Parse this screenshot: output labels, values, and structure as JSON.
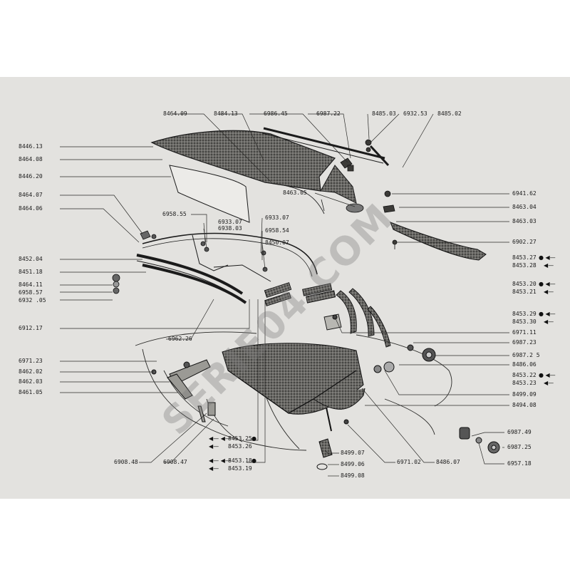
{
  "watermark": "SERIE04.COM",
  "labels": {
    "l8464_09": "8464.09",
    "l8484_13": "8484.13",
    "l6986_45": "6986.45",
    "l6987_22": "6987.22",
    "l8485_03": "8485.03",
    "l6932_53": "6932.53",
    "l8485_02": "8485.02",
    "l8446_13": "8446.13",
    "l8464_08": "8464.08",
    "l8446_20": "8446.20",
    "l8464_07": "8464.07",
    "l8464_06": "8464.06",
    "l6958_55": "6958.55",
    "l6933_07a": "6933.07",
    "l6938_03": "6938.03",
    "l6933_07b": "6933.07",
    "l6958_54": "6958.54",
    "l8450_07": "8450.07",
    "l8463_05": "8463.05",
    "l6941_62": "6941.62",
    "l8463_04": "8463.04",
    "l8463_03": "8463.03",
    "l6902_27": "6902.27",
    "l8452_04": "8452.04",
    "l8451_18": "8451.18",
    "l8464_11": "8464.11",
    "l6958_57": "6958.57",
    "l6932_05": "6932 .05",
    "l8453_27": "8453.27",
    "l8453_28": "8453.28",
    "l8453_20": "8453.20",
    "l8453_21": "8453.21",
    "l8453_29": "8453.29",
    "l8453_30": "8453.30",
    "l6912_17": "6912.17",
    "l6962_26": "6962.26",
    "l6971_11": "6971.11",
    "l6987_23": "6987.23",
    "l6987_25a": "6987.2 5",
    "l8486_06": "8486.06",
    "l8453_22": "8453.22",
    "l8453_23": "8453.23",
    "l6971_23": "6971.23",
    "l8462_02": "8462.02",
    "l8462_03": "8462.03",
    "l8461_05": "8461.05",
    "l8499_09": "8499.09",
    "l8494_08": "8494.08",
    "l8453_25": "8453.25",
    "l8453_26": "8453.26",
    "l8453_18": "8453.18",
    "l8453_19": "8453.19",
    "l6908_48": "6908.48",
    "l6908_47": "6908.47",
    "l8499_07": "8499.07",
    "l8499_06": "8499.06",
    "l8499_08": "8499.08",
    "l6971_02": "6971.02",
    "l8486_07": "8486.07",
    "l6987_49": "6987.49",
    "l6987_25b": "6987.25",
    "l6957_18": "6957.18"
  }
}
